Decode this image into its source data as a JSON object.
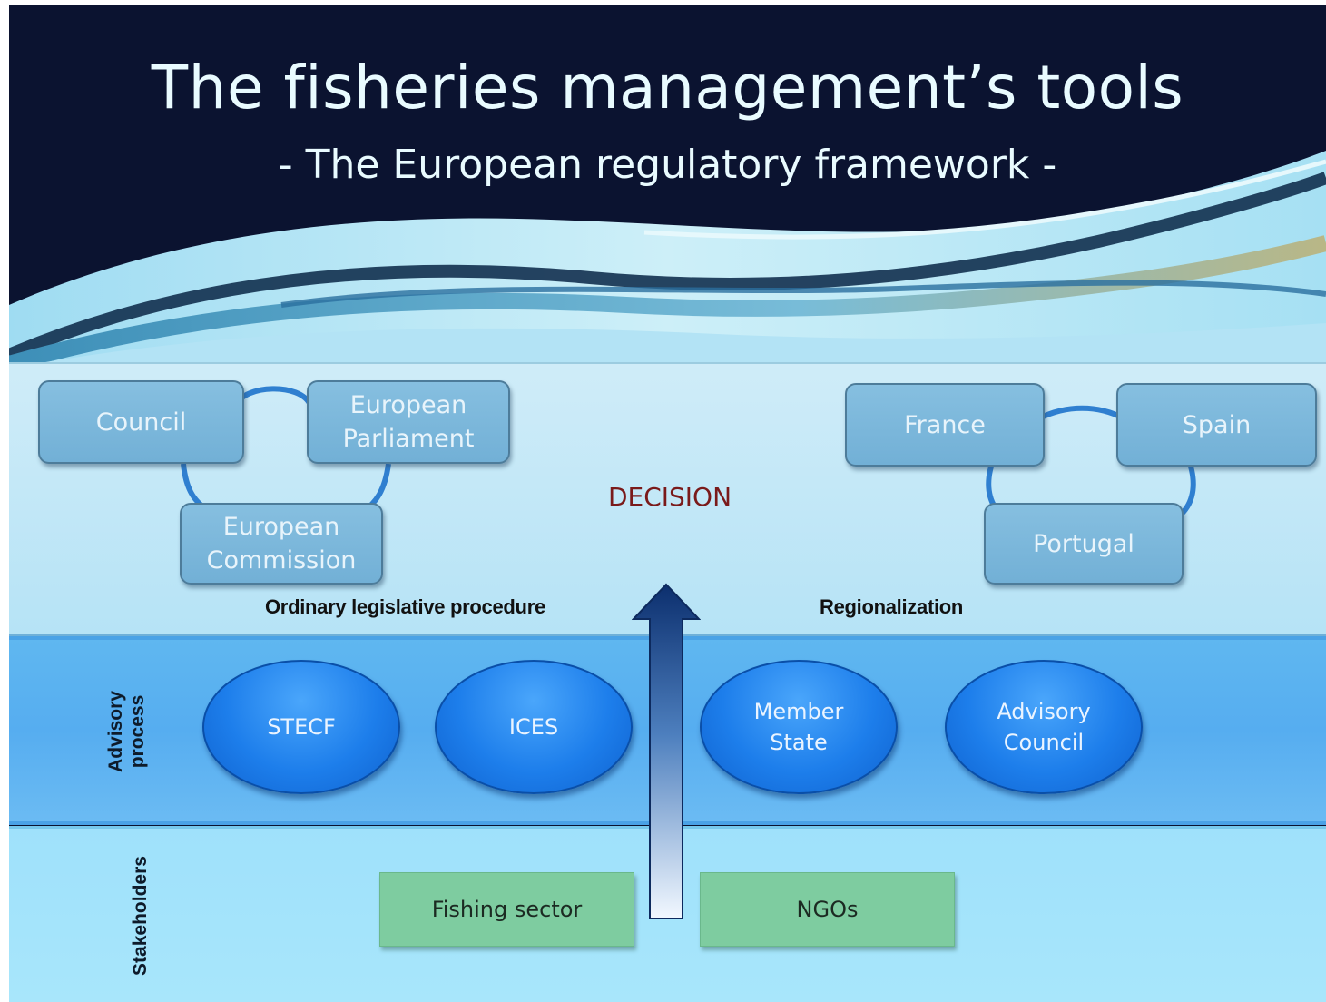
{
  "title": "The fisheries management’s tools",
  "subtitle": "- The European regulatory framework -",
  "decision": {
    "label": "DECISION",
    "left_group": {
      "caption": "Ordinary legislative procedure",
      "boxes": [
        "Council",
        "European Parliament",
        "European Commission"
      ]
    },
    "right_group": {
      "caption": "Regionalization",
      "boxes": [
        "France",
        "Spain",
        "Portugal"
      ]
    }
  },
  "advisory": {
    "side_label": "Advisory process",
    "bodies": [
      "STECF",
      "ICES",
      "Member State",
      "Advisory Council"
    ]
  },
  "stakeholders": {
    "side_label": "Stakeholders",
    "groups": [
      "Fishing sector",
      "NGOs"
    ]
  },
  "colors": {
    "header_bg": "#0b1330",
    "decision_band": "#b6e3f6",
    "advisory_band": "#56adf0",
    "stakeholder_band": "#a8e6fb",
    "box_fill": "#78b4d9",
    "ellipse_fill": "#1d7eeb",
    "green_fill": "#7ecca0",
    "decision_text": "#7a1a1a",
    "connector": "#2f7fd0"
  }
}
